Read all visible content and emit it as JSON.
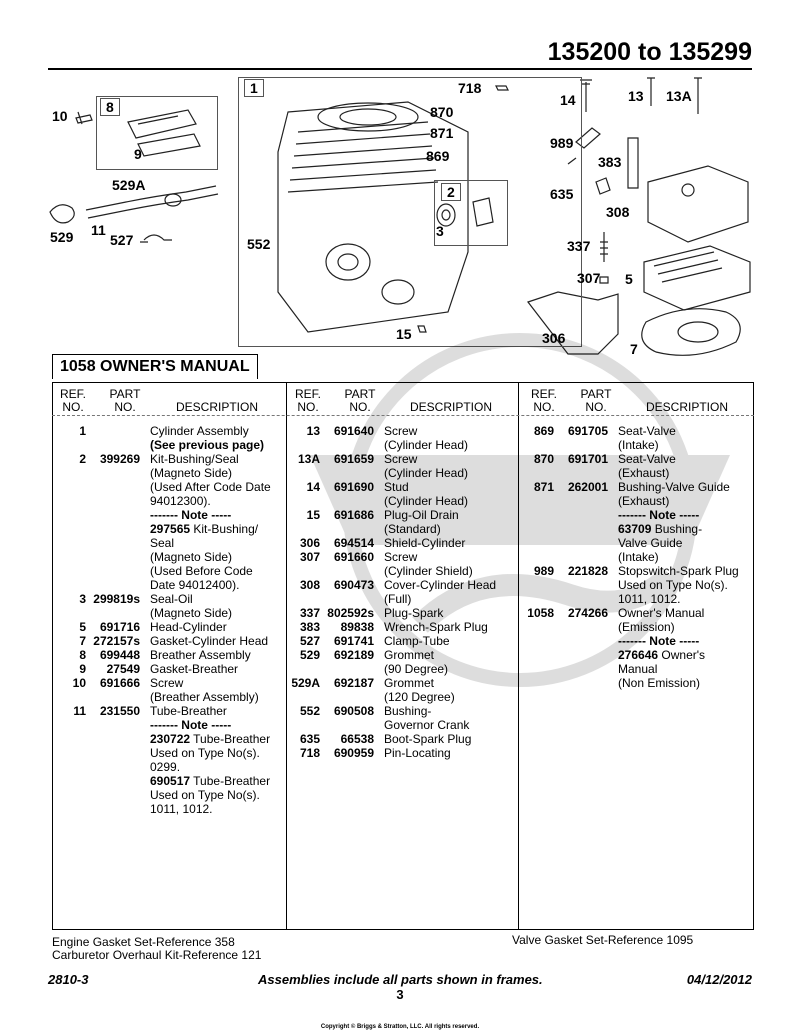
{
  "header": {
    "title": "135200 to 135299"
  },
  "diagram": {
    "labels": {
      "l10": "10",
      "l8": "8",
      "l9": "9",
      "l529A": "529A",
      "l529": "529",
      "l11": "11",
      "l527": "527",
      "l1": "1",
      "l718": "718",
      "l870": "870",
      "l871": "871",
      "l869": "869",
      "l2": "2",
      "l3": "3",
      "l552": "552",
      "l15": "15",
      "l14": "14",
      "l13": "13",
      "l13A": "13A",
      "l989": "989",
      "l383": "383",
      "l635": "635",
      "l308": "308",
      "l337": "337",
      "l307": "307",
      "l5": "5",
      "l306": "306",
      "l7": "7"
    }
  },
  "section": {
    "title": "1058 OWNER'S MANUAL"
  },
  "table": {
    "headers": {
      "ref": "REF.\nNO.",
      "part": "PART\nNO.",
      "desc": "DESCRIPTION"
    },
    "col1": [
      {
        "ref": "1",
        "part": "",
        "desc": "Cylinder Assembly"
      },
      {
        "ref": "",
        "part": "",
        "desc": "(See previous page)",
        "bold": true
      },
      {
        "ref": "2",
        "part": "399269",
        "desc": "Kit-Bushing/Seal"
      },
      {
        "ref": "",
        "part": "",
        "desc": "(Magneto Side)"
      },
      {
        "ref": "",
        "part": "",
        "desc": "(Used After Code Date"
      },
      {
        "ref": "",
        "part": "",
        "desc": "94012300)."
      },
      {
        "ref": "",
        "part": "",
        "desc": "------- Note -----",
        "bold": true
      },
      {
        "ref": "",
        "part": "",
        "desc": "Kit-Bushing/",
        "lead": "297565"
      },
      {
        "ref": "",
        "part": "",
        "desc": "Seal"
      },
      {
        "ref": "",
        "part": "",
        "desc": "(Magneto Side)"
      },
      {
        "ref": "",
        "part": "",
        "desc": "(Used Before Code"
      },
      {
        "ref": "",
        "part": "",
        "desc": "Date 94012400)."
      },
      {
        "ref": "3",
        "part": "299819s",
        "desc": "Seal-Oil"
      },
      {
        "ref": "",
        "part": "",
        "desc": "(Magneto Side)"
      },
      {
        "ref": "5",
        "part": "691716",
        "desc": "Head-Cylinder"
      },
      {
        "ref": "7",
        "part": "272157s",
        "desc": "Gasket-Cylinder Head"
      },
      {
        "ref": "8",
        "part": "699448",
        "desc": "Breather Assembly"
      },
      {
        "ref": "9",
        "part": "27549",
        "desc": "Gasket-Breather"
      },
      {
        "ref": "10",
        "part": "691666",
        "desc": "Screw"
      },
      {
        "ref": "",
        "part": "",
        "desc": "(Breather Assembly)"
      },
      {
        "ref": "11",
        "part": "231550",
        "desc": "Tube-Breather"
      },
      {
        "ref": "",
        "part": "",
        "desc": "------- Note -----",
        "bold": true
      },
      {
        "ref": "",
        "part": "",
        "desc": "Tube-Breather",
        "lead": "230722"
      },
      {
        "ref": "",
        "part": "",
        "desc": "Used on Type No(s)."
      },
      {
        "ref": "",
        "part": "",
        "desc": "0299."
      },
      {
        "ref": "",
        "part": "",
        "desc": "Tube-Breather",
        "lead": "690517"
      },
      {
        "ref": "",
        "part": "",
        "desc": "Used on Type No(s)."
      },
      {
        "ref": "",
        "part": "",
        "desc": "1011, 1012."
      }
    ],
    "col2": [
      {
        "ref": "13",
        "part": "691640",
        "desc": "Screw"
      },
      {
        "ref": "",
        "part": "",
        "desc": "(Cylinder Head)"
      },
      {
        "ref": "13A",
        "part": "691659",
        "desc": "Screw"
      },
      {
        "ref": "",
        "part": "",
        "desc": "(Cylinder Head)"
      },
      {
        "ref": "14",
        "part": "691690",
        "desc": "Stud"
      },
      {
        "ref": "",
        "part": "",
        "desc": "(Cylinder Head)"
      },
      {
        "ref": "15",
        "part": "691686",
        "desc": "Plug-Oil Drain"
      },
      {
        "ref": "",
        "part": "",
        "desc": "(Standard)"
      },
      {
        "ref": "306",
        "part": "694514",
        "desc": "Shield-Cylinder"
      },
      {
        "ref": "307",
        "part": "691660",
        "desc": "Screw"
      },
      {
        "ref": "",
        "part": "",
        "desc": "(Cylinder Shield)"
      },
      {
        "ref": "308",
        "part": "690473",
        "desc": "Cover-Cylinder Head"
      },
      {
        "ref": "",
        "part": "",
        "desc": "(Full)"
      },
      {
        "ref": "337",
        "part": "802592s",
        "desc": "Plug-Spark"
      },
      {
        "ref": "383",
        "part": "89838",
        "desc": "Wrench-Spark Plug"
      },
      {
        "ref": "527",
        "part": "691741",
        "desc": "Clamp-Tube"
      },
      {
        "ref": "529",
        "part": "692189",
        "desc": "Grommet"
      },
      {
        "ref": "",
        "part": "",
        "desc": "(90 Degree)"
      },
      {
        "ref": "529A",
        "part": "692187",
        "desc": "Grommet"
      },
      {
        "ref": "",
        "part": "",
        "desc": "(120 Degree)"
      },
      {
        "ref": "552",
        "part": "690508",
        "desc": "Bushing-"
      },
      {
        "ref": "",
        "part": "",
        "desc": "Governor Crank"
      },
      {
        "ref": "635",
        "part": "66538",
        "desc": "Boot-Spark Plug"
      },
      {
        "ref": "718",
        "part": "690959",
        "desc": "Pin-Locating"
      }
    ],
    "col3": [
      {
        "ref": "869",
        "part": "691705",
        "desc": "Seat-Valve"
      },
      {
        "ref": "",
        "part": "",
        "desc": "(Intake)"
      },
      {
        "ref": "870",
        "part": "691701",
        "desc": "Seat-Valve"
      },
      {
        "ref": "",
        "part": "",
        "desc": "(Exhaust)"
      },
      {
        "ref": "871",
        "part": "262001",
        "desc": "Bushing-Valve Guide"
      },
      {
        "ref": "",
        "part": "",
        "desc": "(Exhaust)"
      },
      {
        "ref": "",
        "part": "",
        "desc": "------- Note -----",
        "bold": true
      },
      {
        "ref": "",
        "part": "",
        "desc": "Bushing-",
        "lead": "63709"
      },
      {
        "ref": "",
        "part": "",
        "desc": "Valve Guide"
      },
      {
        "ref": "",
        "part": "",
        "desc": "(Intake)"
      },
      {
        "ref": "989",
        "part": "221828",
        "desc": "Stopswitch-Spark Plug"
      },
      {
        "ref": "",
        "part": "",
        "desc": "Used on Type No(s)."
      },
      {
        "ref": "",
        "part": "",
        "desc": "1011, 1012."
      },
      {
        "ref": "1058",
        "part": "274266",
        "desc": "Owner's Manual"
      },
      {
        "ref": "",
        "part": "",
        "desc": "(Emission)"
      },
      {
        "ref": "",
        "part": "",
        "desc": "------- Note -----",
        "bold": true
      },
      {
        "ref": "",
        "part": "",
        "desc": "Owner's",
        "lead": "276646"
      },
      {
        "ref": "",
        "part": "",
        "desc": "Manual"
      },
      {
        "ref": "",
        "part": "",
        "desc": "(Non Emission)"
      }
    ]
  },
  "footnotes": {
    "engine_gasket": "Engine Gasket Set-Reference 358",
    "carb_kit": "Carburetor Overhaul Kit-Reference 121",
    "valve_gasket": "Valve Gasket Set-Reference 1095"
  },
  "footer": {
    "left": "2810-3",
    "center": "Assemblies include all parts shown in frames.",
    "right": "04/12/2012",
    "page": "3",
    "copyright": "Copyright © Briggs & Stratton, LLC. All rights reserved."
  }
}
